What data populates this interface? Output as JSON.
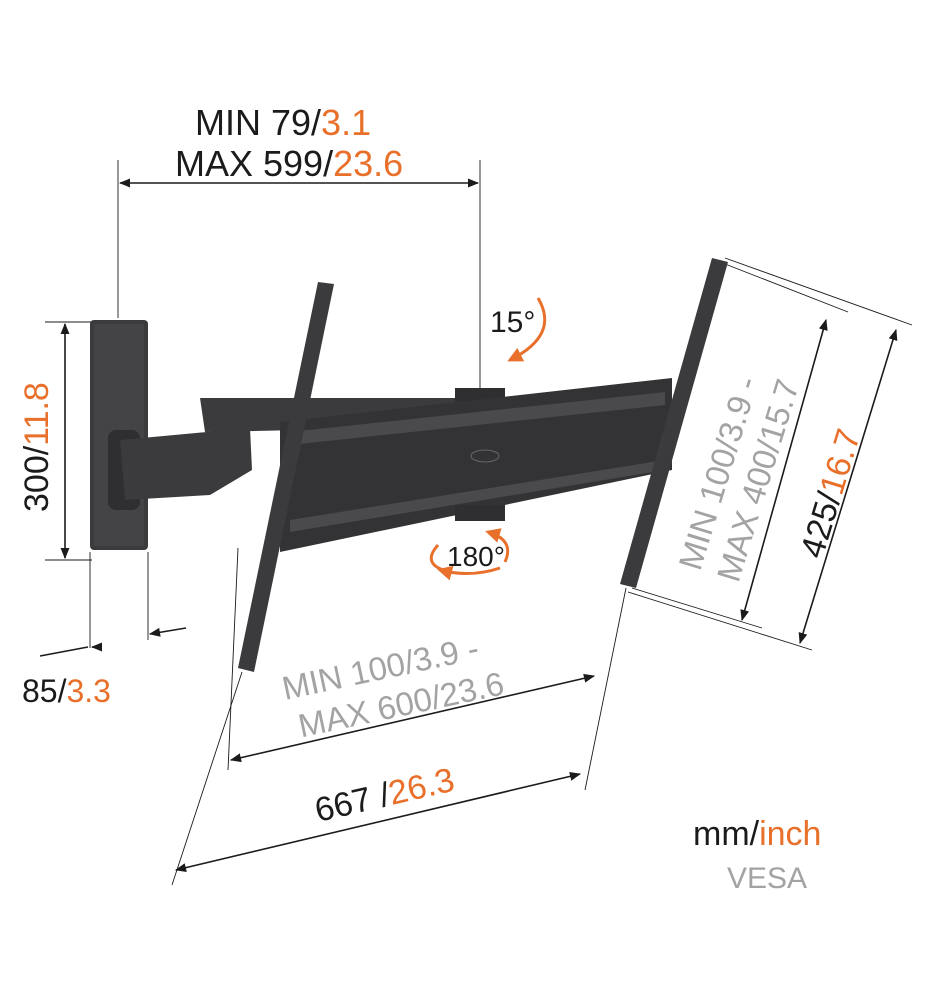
{
  "depth_label": {
    "min_prefix": "MIN 79/",
    "min_inch": "3.1",
    "max_prefix": "MAX 599/",
    "max_inch": "23.6"
  },
  "tilt": {
    "label": "15°"
  },
  "swivel": {
    "label": "180°"
  },
  "wall_plate_height": {
    "mm": "300/",
    "inch": "11.8"
  },
  "wall_plate_width": {
    "mm": "85/",
    "inch": "3.3"
  },
  "vesa_horizontal": {
    "line1": "MIN 100/3.9 -",
    "line2": "MAX 600/23.6"
  },
  "vesa_vertical": {
    "line1": "MIN 100/3.9 -",
    "line2": "MAX 400/15.7"
  },
  "total_width": {
    "mm": "667 /",
    "inch": "26.3"
  },
  "total_height": {
    "mm": "425/",
    "inch": "16.7"
  },
  "legend": {
    "mm": "mm/",
    "inch": "inch",
    "vesa": "VESA"
  },
  "colors": {
    "accent": "#e8702a",
    "text": "#1b1b1b",
    "vesa_gray": "#a3a3a3",
    "mount": "#3b3b3d"
  }
}
